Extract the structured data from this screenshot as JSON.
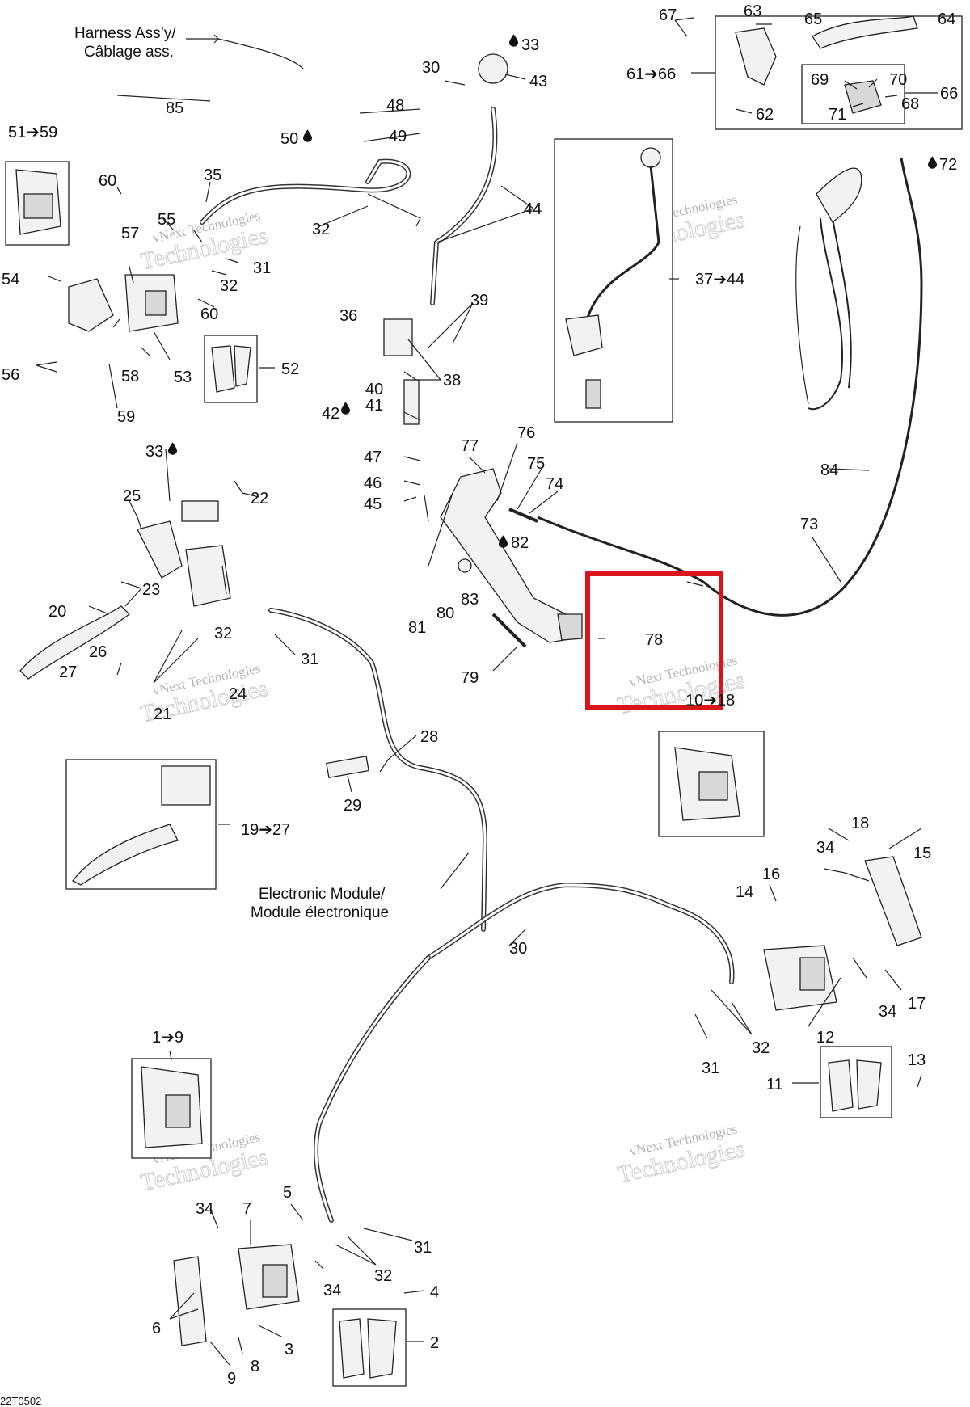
{
  "labels": {
    "l1_9": "1➔9",
    "l2": "2",
    "l3": "3",
    "l4": "4",
    "l5": "5",
    "l6": "6",
    "l7": "7",
    "l8": "8",
    "l9": "9",
    "l10_18": "10➔18",
    "l11": "11",
    "l12": "12",
    "l13": "13",
    "l14": "14",
    "l15": "15",
    "l16": "16",
    "l17": "17",
    "l18": "18",
    "l19_27": "19➔27",
    "l20": "20",
    "l21": "21",
    "l22": "22",
    "l23": "23",
    "l24": "24",
    "l25": "25",
    "l26": "26",
    "l27": "27",
    "l28": "28",
    "l29": "29",
    "l30a": "30",
    "l30b": "30",
    "l31a": "31",
    "l31b": "31",
    "l31c": "31",
    "l31d": "31",
    "l32a": "32",
    "l32b": "32",
    "l32c": "32",
    "l32d": "32",
    "l32e": "32",
    "l33a": "33",
    "l33b": "33",
    "l34a": "34",
    "l34b": "34",
    "l34c": "34",
    "l34d": "34",
    "l35": "35",
    "l36": "36",
    "l37_44": "37➔44",
    "l38": "38",
    "l39": "39",
    "l40": "40",
    "l41": "41",
    "l42": "42",
    "l43": "43",
    "l44": "44",
    "l45": "45",
    "l46": "46",
    "l47": "47",
    "l48": "48",
    "l49": "49",
    "l50": "50",
    "l51_59": "51➔59",
    "l52": "52",
    "l53": "53",
    "l54": "54",
    "l55": "55",
    "l56": "56",
    "l57": "57",
    "l58": "58",
    "l59": "59",
    "l60a": "60",
    "l60b": "60",
    "l61_66": "61➔66",
    "l62": "62",
    "l63": "63",
    "l64": "64",
    "l65": "65",
    "l66": "66",
    "l67": "67",
    "l68": "68",
    "l69": "69",
    "l70": "70",
    "l71": "71",
    "l72": "72",
    "l73": "73",
    "l74": "74",
    "l75": "75",
    "l76": "76",
    "l77": "77",
    "l78": "78",
    "l79": "79",
    "l80": "80",
    "l81": "81",
    "l82": "82",
    "l83": "83",
    "l84": "84",
    "l85": "85"
  },
  "notes": {
    "harness_line1": "Harness Ass’y/",
    "harness_line2": "Câblage ass.",
    "module_line1": "Electronic Module/",
    "module_line2": "Module électronique",
    "figure_code": "22T0502"
  },
  "watermark": {
    "line1": "vNext Technologies",
    "line2": "Technologies"
  },
  "colors": {
    "highlight": "#d9141b",
    "line": "#222222",
    "watermark": "#c8c8c8"
  },
  "icons": {
    "oil_drop": "oil-drop-icon"
  }
}
